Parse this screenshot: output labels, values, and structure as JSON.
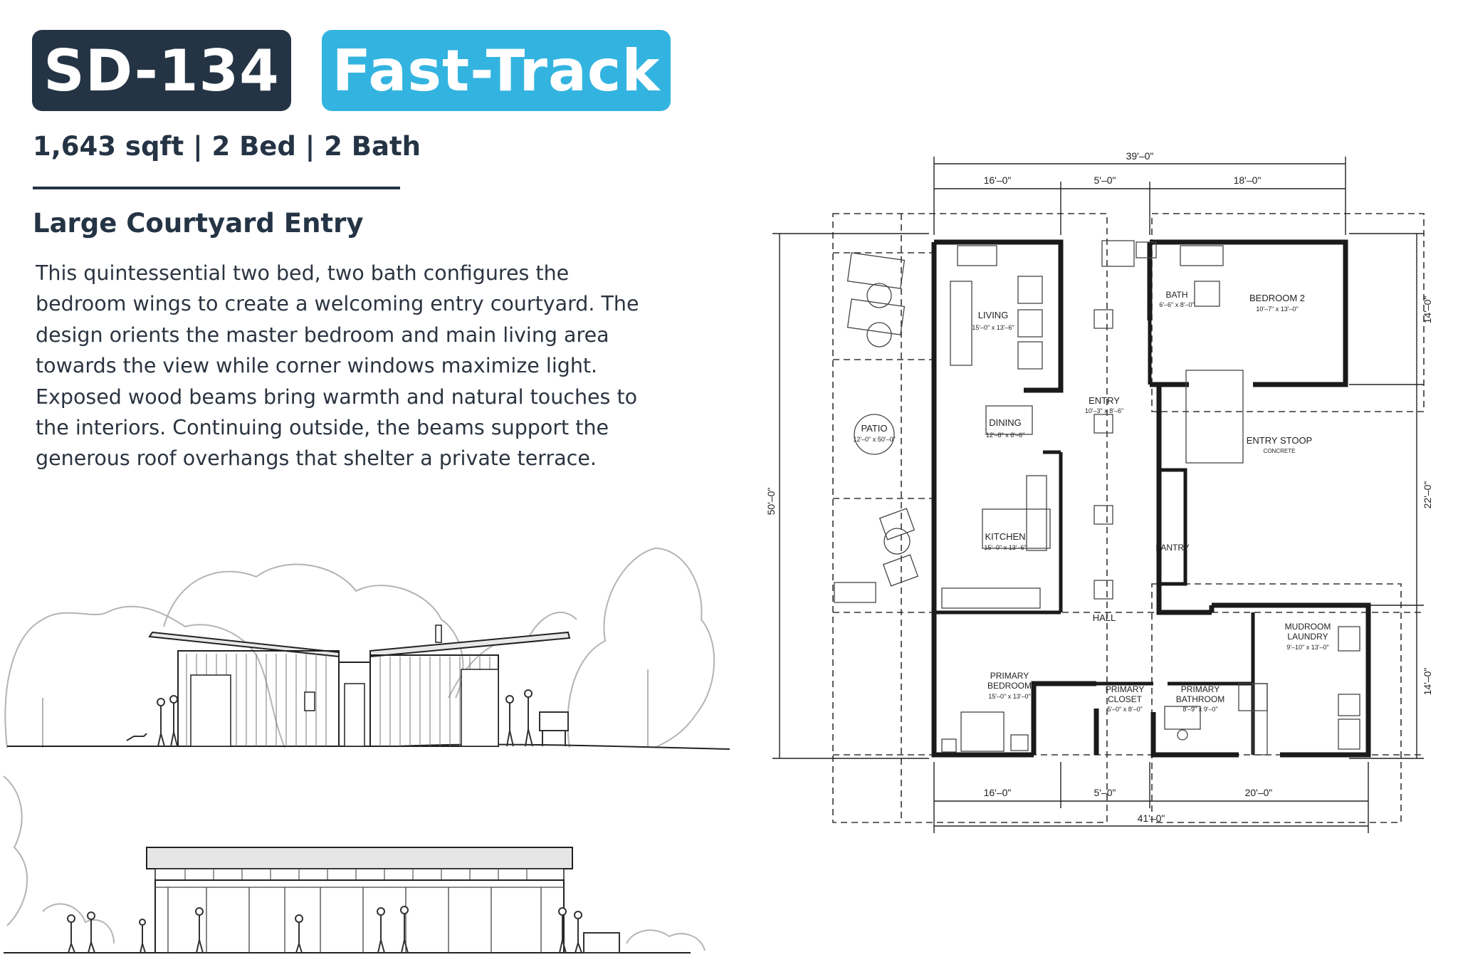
{
  "header": {
    "plan_code": "SD-134",
    "track_label": "Fast-Track",
    "specs": "1,643 sqft | 2 Bed | 2 Bath",
    "subtitle": "Large Courtyard Entry"
  },
  "description": [
    "This quintessential two bed, two bath configures the",
    "bedroom wings to create a welcoming entry courtyard. The",
    "design orients the master bedroom and main living area",
    "towards the view while corner windows maximize light.",
    "Exposed wood beams bring warmth and natural touches to",
    "the interiors. Continuing outside, the beams support the",
    "generous roof overhangs that shelter a private terrace."
  ],
  "colors": {
    "navy": "#243445",
    "accent_blue": "#33b4e0",
    "text": "#2b3440"
  },
  "floor_plan": {
    "dimensions": {
      "top_total": "39'–0\"",
      "top_left": "16'–0\"",
      "top_mid": "5'–0\"",
      "top_right": "18'–0\"",
      "bottom_left": "16'–0\"",
      "bottom_mid": "5'–0\"",
      "bottom_right": "20'–0\"",
      "bottom_total": "41'–0\"",
      "left_total": "50'–0\"",
      "right_top": "14'–0\"",
      "right_mid": "22'–0\"",
      "right_bottom": "14'–0\""
    },
    "rooms": {
      "living": {
        "name": "LIVING",
        "size": "15'–0\" x 13'–6\""
      },
      "dining": {
        "name": "DINING",
        "size": "12'–8\" x 8'–6\""
      },
      "kitchen": {
        "name": "KITCHEN",
        "size": "15'–0\" x 13'–6\""
      },
      "patio": {
        "name": "PATIO",
        "size": "12'–0\" x 50'–0\""
      },
      "entry": {
        "name": "ENTRY",
        "size": "10'–3\" x 8'–6\""
      },
      "bath": {
        "name": "BATH",
        "size": "6'–6\" x 8'–0\""
      },
      "bedroom2": {
        "name": "BEDROOM 2",
        "size": "10'–7\" x 13'–0\""
      },
      "entry_stoop": {
        "name": "ENTRY STOOP",
        "material": "CONCRETE"
      },
      "pantry": {
        "name": "PANTRY"
      },
      "hall": {
        "name": "HALL"
      },
      "mudroom": {
        "name_line1": "MUDROOM",
        "name_line2": "LAUNDRY",
        "size": "9'–10\" x 13'–0\""
      },
      "primary_bedroom": {
        "name_line1": "PRIMARY",
        "name_line2": "BEDROOM",
        "size": "15'–0\" x 13'–0\""
      },
      "primary_closet": {
        "name_line1": "PRIMARY",
        "name_line2": "CLOSET",
        "size": "5'–0\" x 8'–0\""
      },
      "primary_bathroom": {
        "name_line1": "PRIMARY",
        "name_line2": "BATHROOM",
        "size": "8'–9\" x 9'–0\""
      }
    }
  }
}
